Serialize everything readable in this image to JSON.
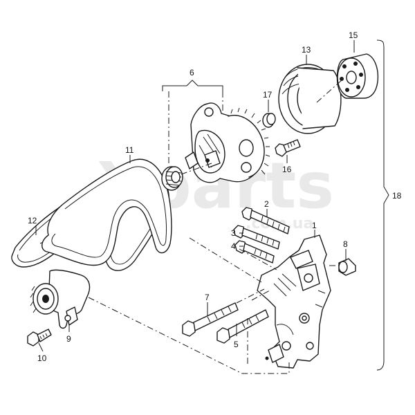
{
  "diagram": {
    "watermark": {
      "brand": "Xparts",
      "domain": ".com.ua"
    },
    "callouts": [
      {
        "id": "1",
        "label": "1"
      },
      {
        "id": "2",
        "label": "2"
      },
      {
        "id": "3",
        "label": "3"
      },
      {
        "id": "4",
        "label": "4"
      },
      {
        "id": "5",
        "label": "5"
      },
      {
        "id": "6",
        "label": "6"
      },
      {
        "id": "7",
        "label": "7"
      },
      {
        "id": "8",
        "label": "8"
      },
      {
        "id": "9",
        "label": "9"
      },
      {
        "id": "10",
        "label": "10"
      },
      {
        "id": "11",
        "label": "11"
      },
      {
        "id": "12",
        "label": "12"
      },
      {
        "id": "13",
        "label": "13"
      },
      {
        "id": "15",
        "label": "15"
      },
      {
        "id": "16",
        "label": "16"
      },
      {
        "id": "17",
        "label": "17"
      },
      {
        "id": "18",
        "label": "18"
      }
    ]
  }
}
